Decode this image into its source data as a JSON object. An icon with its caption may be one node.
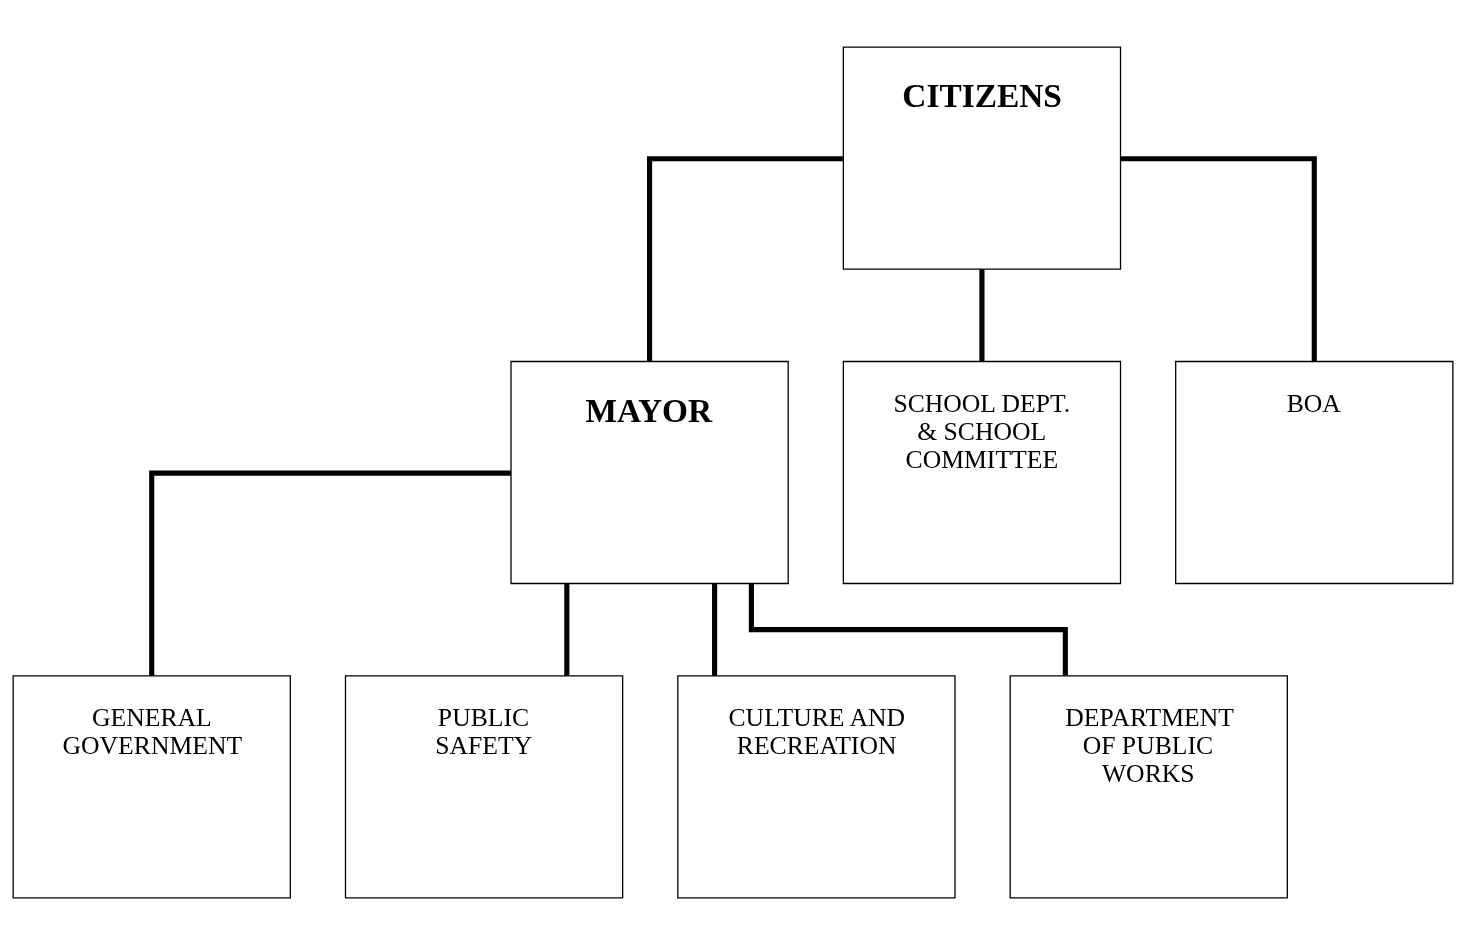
{
  "diagram": {
    "nodes": [
      {
        "text": [
          "CITIZENS"
        ]
      },
      {
        "text": [
          "MAYOR"
        ]
      },
      {
        "text": [
          "SCHOOL DEPT. & SCHOOL COMMITTEE"
        ]
      },
      {
        "text": [
          "BOA"
        ]
      },
      {
        "text": [
          "GENERAL GOVERNMENT"
        ]
      },
      {
        "text": [
          "PUBLIC SAFETY"
        ]
      },
      {
        "text": [
          "CULTURE AND RECREATION"
        ]
      },
      {
        "text": [
          "DEPARTMENT OF PUBLIC WORKS"
        ]
      }
    ],
    "edges": [
      {
        "from": 0,
        "to": 1,
        "arrow": "none"
      },
      {
        "from": 0,
        "to": 2,
        "arrow": "none"
      },
      {
        "from": 0,
        "to": 3,
        "arrow": "none"
      },
      {
        "from": 1,
        "to": 4,
        "arrow": "none"
      },
      {
        "from": 1,
        "to": 5,
        "arrow": "none"
      },
      {
        "from": 1,
        "to": 6,
        "arrow": "none"
      },
      {
        "from": 1,
        "to": 7,
        "arrow": "none"
      }
    ]
  }
}
